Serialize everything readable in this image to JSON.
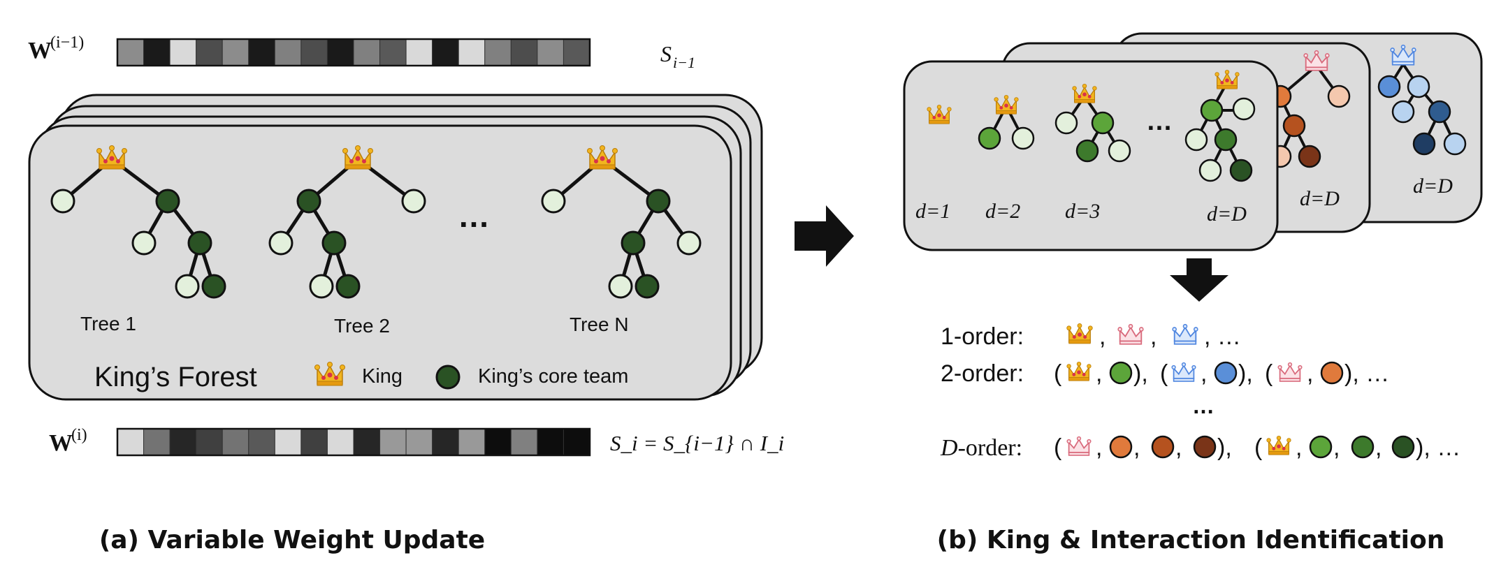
{
  "panel_a": {
    "weights_prev_label": "W",
    "weights_prev_sup": "(i−1)",
    "weights_prev_set": "S",
    "weights_prev_set_sub": "i−1",
    "weights_prev_levels": [
      0.55,
      0.1,
      0.85,
      0.3,
      0.55,
      0.1,
      0.5,
      0.3,
      0.1,
      0.5,
      0.35,
      0.85,
      0.1,
      0.85,
      0.5,
      0.3,
      0.55,
      0.35
    ],
    "weights_curr_label": "W",
    "weights_curr_sup": "(i)",
    "weights_curr_eq": "S_i = S_{i−1} ∩ I_i",
    "weights_curr_levels": [
      0.85,
      0.45,
      0.15,
      0.25,
      0.45,
      0.35,
      0.85,
      0.25,
      0.85,
      0.15,
      0.6,
      0.6,
      0.15,
      0.6,
      0.05,
      0.5,
      0.05,
      0.05
    ],
    "tree_labels": [
      "Tree 1",
      "Tree 2",
      "Tree N"
    ],
    "ellipsis": "…",
    "forest_title": "King’s Forest",
    "legend_king": "King",
    "legend_core": "King’s core team",
    "caption": "(a) Variable Weight Update"
  },
  "panel_b": {
    "depth_labels": [
      "d=1",
      "d=2",
      "d=3",
      "d=D"
    ],
    "back_card_labels": [
      "d=D",
      "d=D"
    ],
    "ellipsis": "…",
    "order_1": "1-order:",
    "order_2": "2-order:",
    "order_D": "D-order:",
    "trailing": ", …",
    "vertical_ellipsis": "…",
    "caption": "(b) King & Interaction Identification"
  },
  "colors": {
    "card_fill": "#dcdcdc",
    "green_dark": "#2a5224",
    "green_mid": "#5ca53a",
    "green_light": "#e3f0dc",
    "orange_light": "#f4c8ae",
    "orange_mid": "#e07a3c",
    "orange_dark": "#7a3418",
    "blue_light": "#b8d3f0",
    "blue_mid": "#5a8fd8",
    "blue_dark": "#1f3d63",
    "crown_gold": "#f2b51f",
    "crown_red": "#d8324a",
    "crown_pink": "#e07a8a",
    "crown_blue": "#4f86e0"
  }
}
